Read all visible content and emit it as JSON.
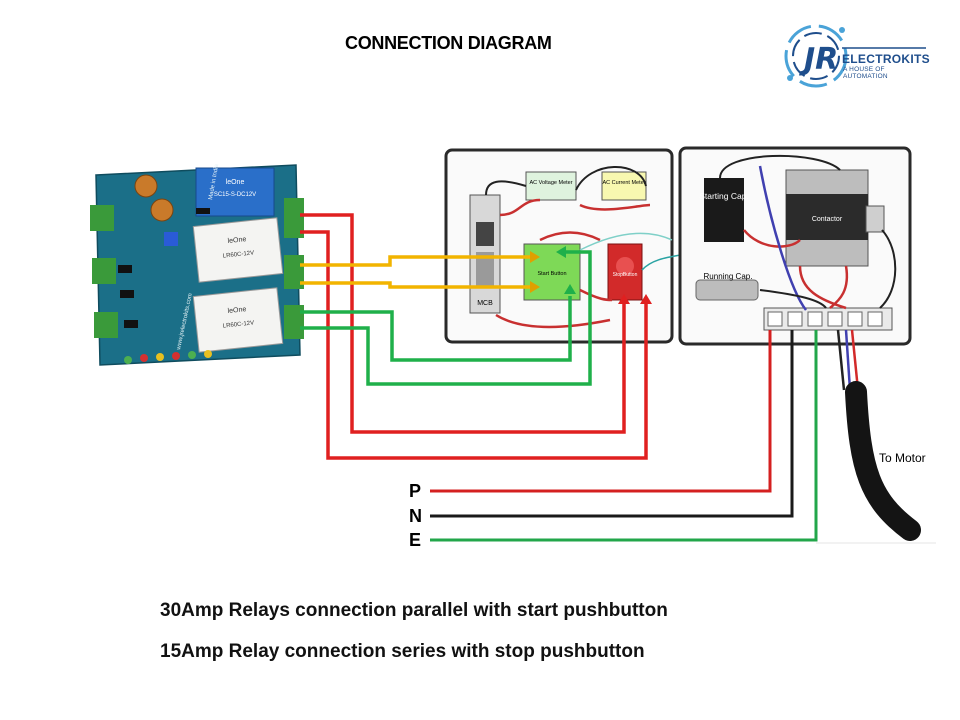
{
  "title": "CONNECTION DIAGRAM",
  "logo": {
    "brand_letters": "JR",
    "brand": "ELECTROKITS",
    "tagline": "A HOUSE OF AUTOMATION"
  },
  "panel": {
    "ac_voltage_meter": "AC Voltage Meter",
    "ac_current_meter": "AC Current Meter",
    "mcb": "MCB",
    "start_button": "Start Button",
    "stop_button": "StopButton",
    "starting_cap": "Starting Cap.",
    "running_cap": "Running Cap.",
    "contactor": "Contactor",
    "to_motor": "To Motor"
  },
  "supply_lines": [
    {
      "label": "P",
      "color": "#d42020"
    },
    {
      "label": "N",
      "color": "#1a1a1a"
    },
    {
      "label": "E",
      "color": "#22a64a"
    }
  ],
  "relay_board": {
    "relay_brand": "leOne",
    "relay_small_model": "SC15-S-DC12V",
    "relay_large_model": "LR60C-12V",
    "made_in": "Made in India",
    "website": "www.jrelectrokits.com"
  },
  "notes": [
    "30Amp Relays connection parallel with start pushbutton",
    "15Amp Relay connection series with stop pushbutton"
  ],
  "colors": {
    "wire_red": "#e02020",
    "wire_yellow": "#f2b400",
    "wire_green": "#1fb04a",
    "pcb_teal": "#1b6f88",
    "panel_border": "#2a2a2a"
  }
}
